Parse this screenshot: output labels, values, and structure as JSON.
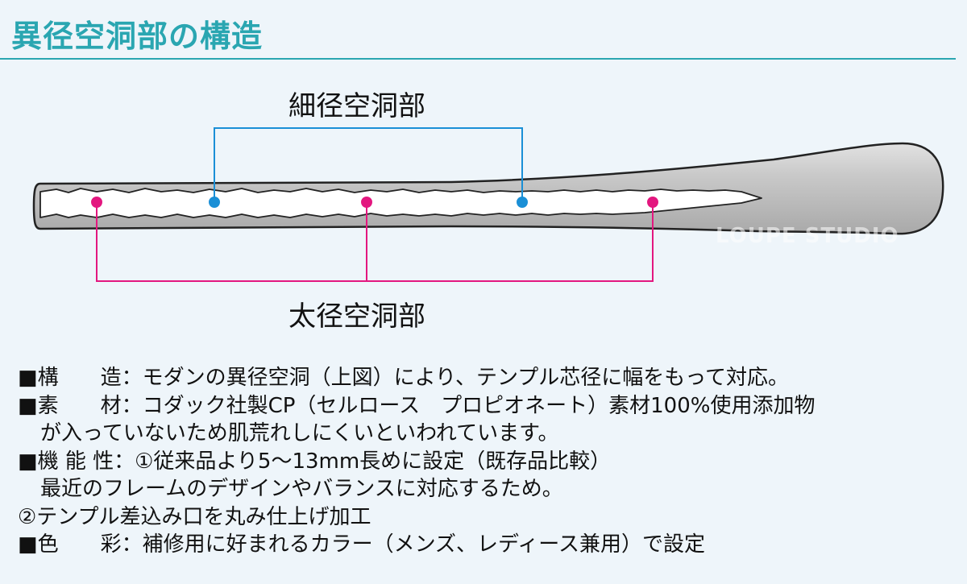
{
  "title": "異径空洞部の構造",
  "labels": {
    "thin": "細径空洞部",
    "thick": "太径空洞部"
  },
  "watermark": "LOUPE STUDIO",
  "colors": {
    "title": "#2aa6b1",
    "thin_marker": "#1a8fd6",
    "thick_marker": "#e3177f",
    "background": "#eef5fa"
  },
  "description": [
    {
      "head": "■構　　造：",
      "text": "モダンの異径空洞（上図）により、テンプル芯径に幅をもって対応。"
    },
    {
      "head": "■素　　材：",
      "text": "コダック社製CP（セルロース　プロピオネート）素材100%使用添加物"
    },
    {
      "head": "",
      "text": "が入っていないため肌荒れしにくいといわれています。"
    },
    {
      "head": "■機 能 性：",
      "text": "①従来品より5〜13mm長めに設定（既存品比較）"
    },
    {
      "head": "",
      "text": "最近のフレームのデザインやバランスに対応するため。"
    },
    {
      "head": "",
      "text": "②テンプル差込み口を丸み仕上げ加工"
    },
    {
      "head": "■色　　彩：",
      "text": "補修用に好まれるカラー（メンズ、レディース兼用）で設定"
    }
  ]
}
